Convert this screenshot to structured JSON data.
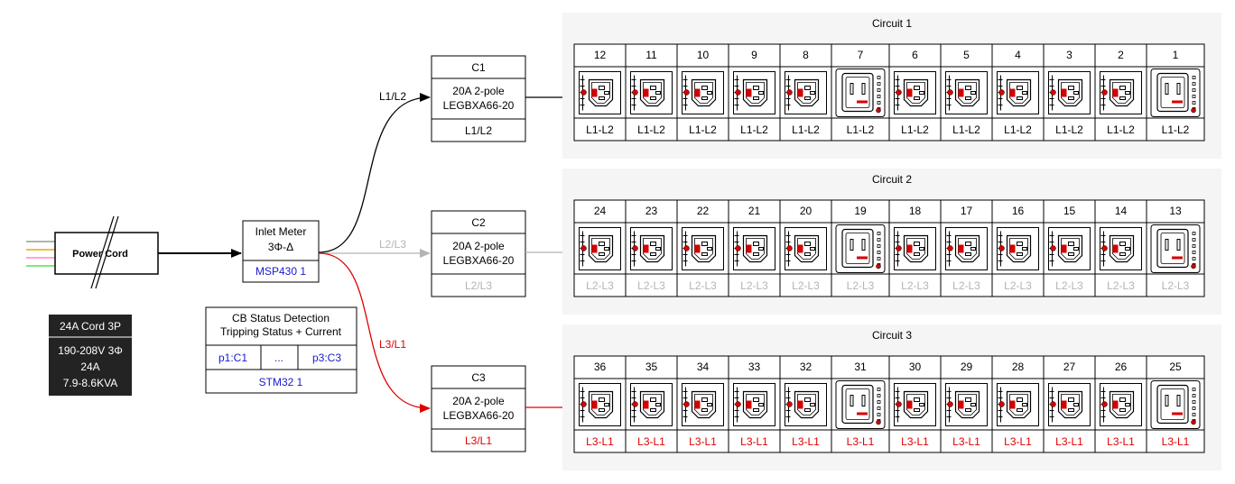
{
  "colors": {
    "line_l1l2": "#000000",
    "line_l2l3": "#b4b4b4",
    "line_l3l1": "#e00000",
    "link_blue": "#1a1acc",
    "cluster_bg": "#f5f5f5",
    "dark_box": "#232323",
    "outlet_red": "#d40000"
  },
  "cord": {
    "label": "Power Cord",
    "wire_colors": [
      "#9a9a9a",
      "#e8a800",
      "#ff88cc",
      "#55dd55"
    ]
  },
  "cord_info": {
    "title": "24A Cord 3P",
    "lines": [
      "190-208V 3Φ",
      "24A",
      "7.9-8.6KVA"
    ]
  },
  "inlet": {
    "title_lines": [
      "Inlet Meter",
      "3Φ-Δ"
    ],
    "device": "MSP430 1"
  },
  "cb_status": {
    "title_lines": [
      "CB Status Detection",
      "Tripping Status + Current"
    ],
    "ports": [
      "p1:C1",
      "...",
      "p3:C3"
    ],
    "device": "STM32 1"
  },
  "edges": [
    {
      "label": "L1/L2"
    },
    {
      "label": "L2/L3"
    },
    {
      "label": "L3/L1"
    }
  ],
  "breakers": [
    {
      "name": "C1",
      "rating_lines": [
        "20A 2-pole",
        "LEGBXA66-20"
      ],
      "phase": "L1/L2"
    },
    {
      "name": "C2",
      "rating_lines": [
        "20A 2-pole",
        "LEGBXA66-20"
      ],
      "phase": "L2/L3"
    },
    {
      "name": "C3",
      "rating_lines": [
        "20A 2-pole",
        "LEGBXA66-20"
      ],
      "phase": "L3/L1"
    }
  ],
  "circuits": [
    {
      "title": "Circuit 1",
      "outlets": [
        {
          "num": "12",
          "type": "C13",
          "phase": "L1-L2"
        },
        {
          "num": "11",
          "type": "C13",
          "phase": "L1-L2"
        },
        {
          "num": "10",
          "type": "C13",
          "phase": "L1-L2"
        },
        {
          "num": "9",
          "type": "C13",
          "phase": "L1-L2"
        },
        {
          "num": "8",
          "type": "C13",
          "phase": "L1-L2"
        },
        {
          "num": "7",
          "type": "C19",
          "phase": "L1-L2"
        },
        {
          "num": "6",
          "type": "C13",
          "phase": "L1-L2"
        },
        {
          "num": "5",
          "type": "C13",
          "phase": "L1-L2"
        },
        {
          "num": "4",
          "type": "C13",
          "phase": "L1-L2"
        },
        {
          "num": "3",
          "type": "C13",
          "phase": "L1-L2"
        },
        {
          "num": "2",
          "type": "C13",
          "phase": "L1-L2"
        },
        {
          "num": "1",
          "type": "C19",
          "phase": "L1-L2"
        }
      ]
    },
    {
      "title": "Circuit 2",
      "outlets": [
        {
          "num": "24",
          "type": "C13",
          "phase": "L2-L3"
        },
        {
          "num": "23",
          "type": "C13",
          "phase": "L2-L3"
        },
        {
          "num": "22",
          "type": "C13",
          "phase": "L2-L3"
        },
        {
          "num": "21",
          "type": "C13",
          "phase": "L2-L3"
        },
        {
          "num": "20",
          "type": "C13",
          "phase": "L2-L3"
        },
        {
          "num": "19",
          "type": "C19",
          "phase": "L2-L3"
        },
        {
          "num": "18",
          "type": "C13",
          "phase": "L2-L3"
        },
        {
          "num": "17",
          "type": "C13",
          "phase": "L2-L3"
        },
        {
          "num": "16",
          "type": "C13",
          "phase": "L2-L3"
        },
        {
          "num": "15",
          "type": "C13",
          "phase": "L2-L3"
        },
        {
          "num": "14",
          "type": "C13",
          "phase": "L2-L3"
        },
        {
          "num": "13",
          "type": "C19",
          "phase": "L2-L3"
        }
      ]
    },
    {
      "title": "Circuit 3",
      "outlets": [
        {
          "num": "36",
          "type": "C13",
          "phase": "L3-L1"
        },
        {
          "num": "35",
          "type": "C13",
          "phase": "L3-L1"
        },
        {
          "num": "34",
          "type": "C13",
          "phase": "L3-L1"
        },
        {
          "num": "33",
          "type": "C13",
          "phase": "L3-L1"
        },
        {
          "num": "32",
          "type": "C13",
          "phase": "L3-L1"
        },
        {
          "num": "31",
          "type": "C19",
          "phase": "L3-L1"
        },
        {
          "num": "30",
          "type": "C13",
          "phase": "L3-L1"
        },
        {
          "num": "29",
          "type": "C13",
          "phase": "L3-L1"
        },
        {
          "num": "28",
          "type": "C13",
          "phase": "L3-L1"
        },
        {
          "num": "27",
          "type": "C13",
          "phase": "L3-L1"
        },
        {
          "num": "26",
          "type": "C13",
          "phase": "L3-L1"
        },
        {
          "num": "25",
          "type": "C19",
          "phase": "L3-L1"
        }
      ]
    }
  ]
}
